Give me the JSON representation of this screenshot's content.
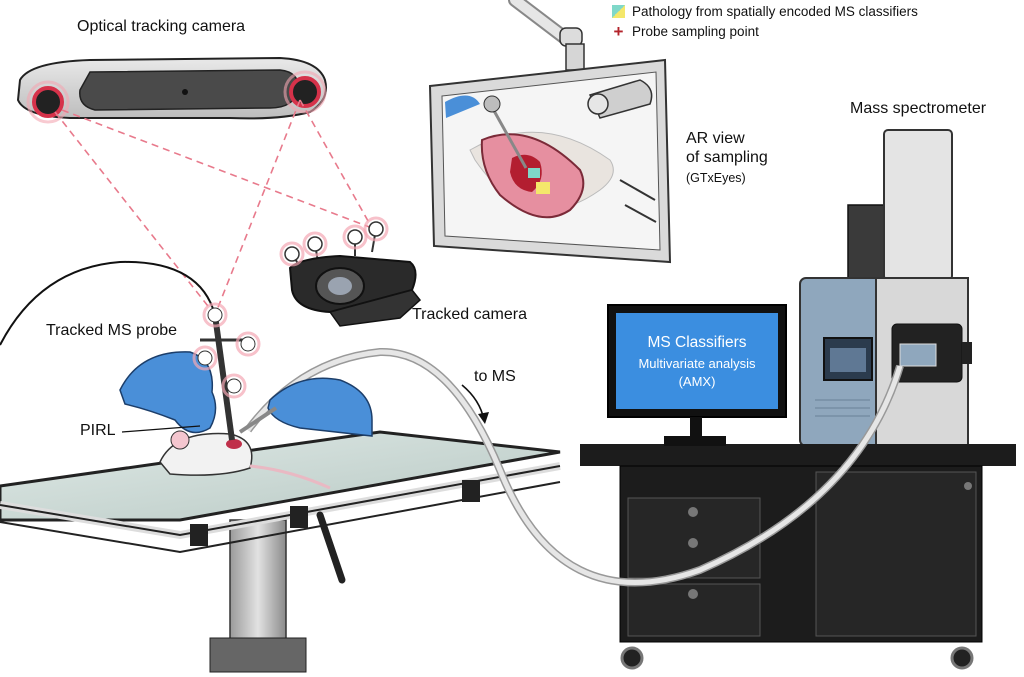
{
  "labels": {
    "optical_camera": "Optical tracking camera",
    "tracked_camera": "Tracked camera",
    "tracked_probe": "Tracked MS probe",
    "pirl": "PIRL",
    "to_ms": "to MS",
    "ar_view_line1": "AR view",
    "ar_view_line2": "of sampling",
    "ar_view_sub": "(GTxEyes)",
    "mass_spec": "Mass spectrometer"
  },
  "legend": [
    {
      "icon": "pathology-swatch",
      "text": "Pathology from spatially encoded MS classifiers"
    },
    {
      "icon": "red-cross",
      "text": "Probe sampling point"
    }
  ],
  "monitor": {
    "title": "MS Classifiers",
    "line1": "Multivariate analysis",
    "line2": "(AMX)"
  },
  "colors": {
    "tracker_red": "#d6324a",
    "laser_dash": "#e87a8c",
    "glove": "#4a8fd8",
    "screen_blue": "#3b8ee0",
    "cabinet": "#1c1c1c",
    "ms_blue": "#8fa7bd",
    "tissue": "#e68fa0"
  }
}
